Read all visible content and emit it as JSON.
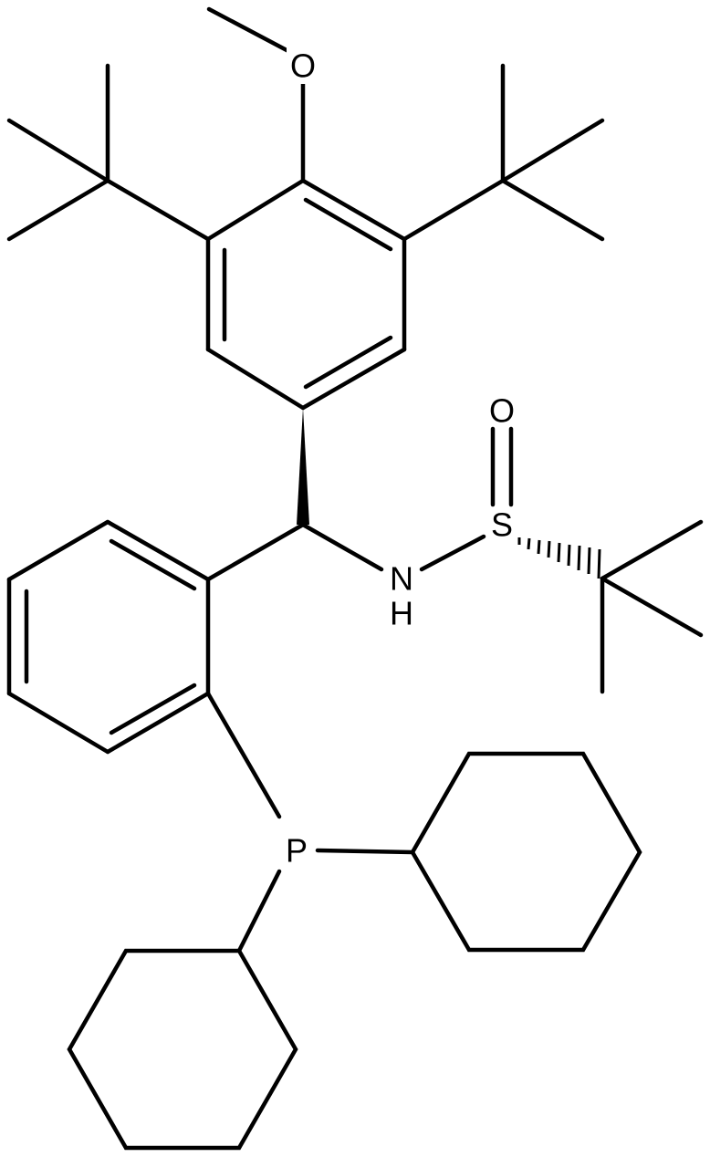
{
  "molecule": {
    "atoms": {
      "methoxy_o": "O",
      "sulfinyl_o": "O",
      "sulfur": "S",
      "nitrogen": "N",
      "nitrogen_h": "H",
      "phosphorus": "P"
    }
  }
}
